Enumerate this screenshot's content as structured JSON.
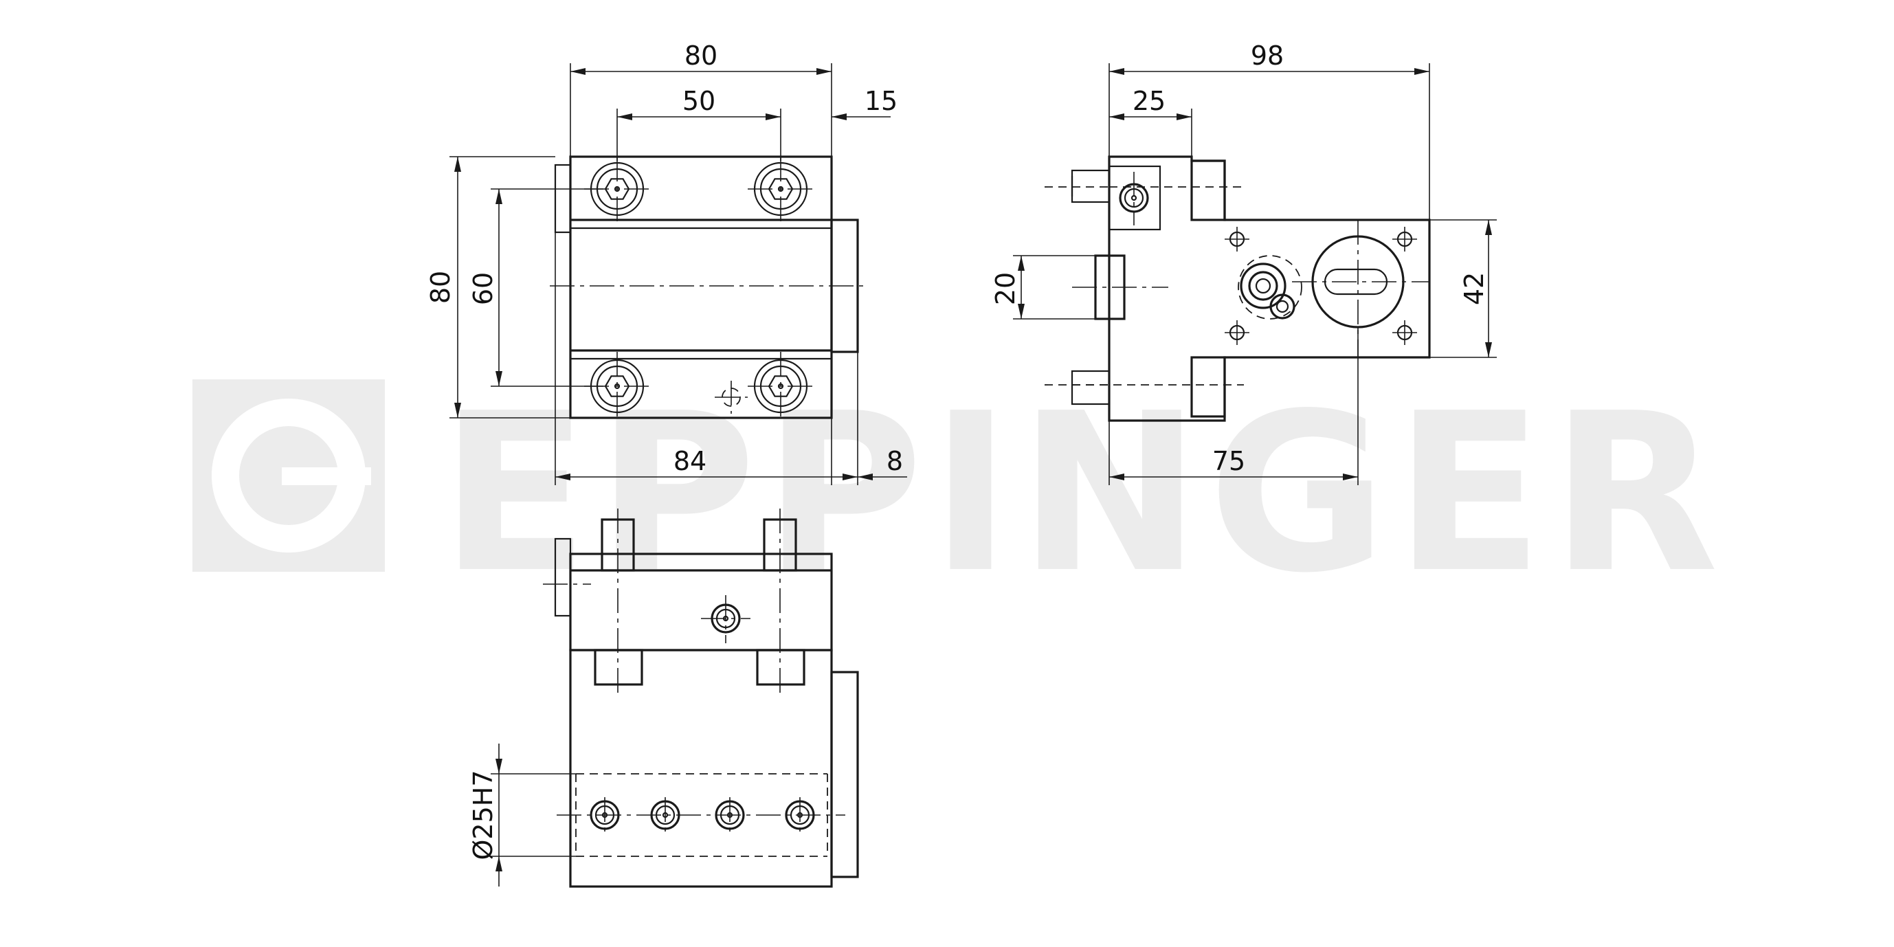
{
  "watermark": {
    "brand": "EPPINGER"
  },
  "dimensions": {
    "front_width": "80",
    "front_bolt_spacing": "50",
    "front_offset": "15",
    "front_height": "80",
    "front_bolt_vertical": "60",
    "front_total_depth": "84",
    "front_flange": "8",
    "side_total": "98",
    "side_left_offset": "25",
    "side_slot": "20",
    "side_height": "42",
    "side_base": "75",
    "bottom_bore": "Ø25H7"
  }
}
